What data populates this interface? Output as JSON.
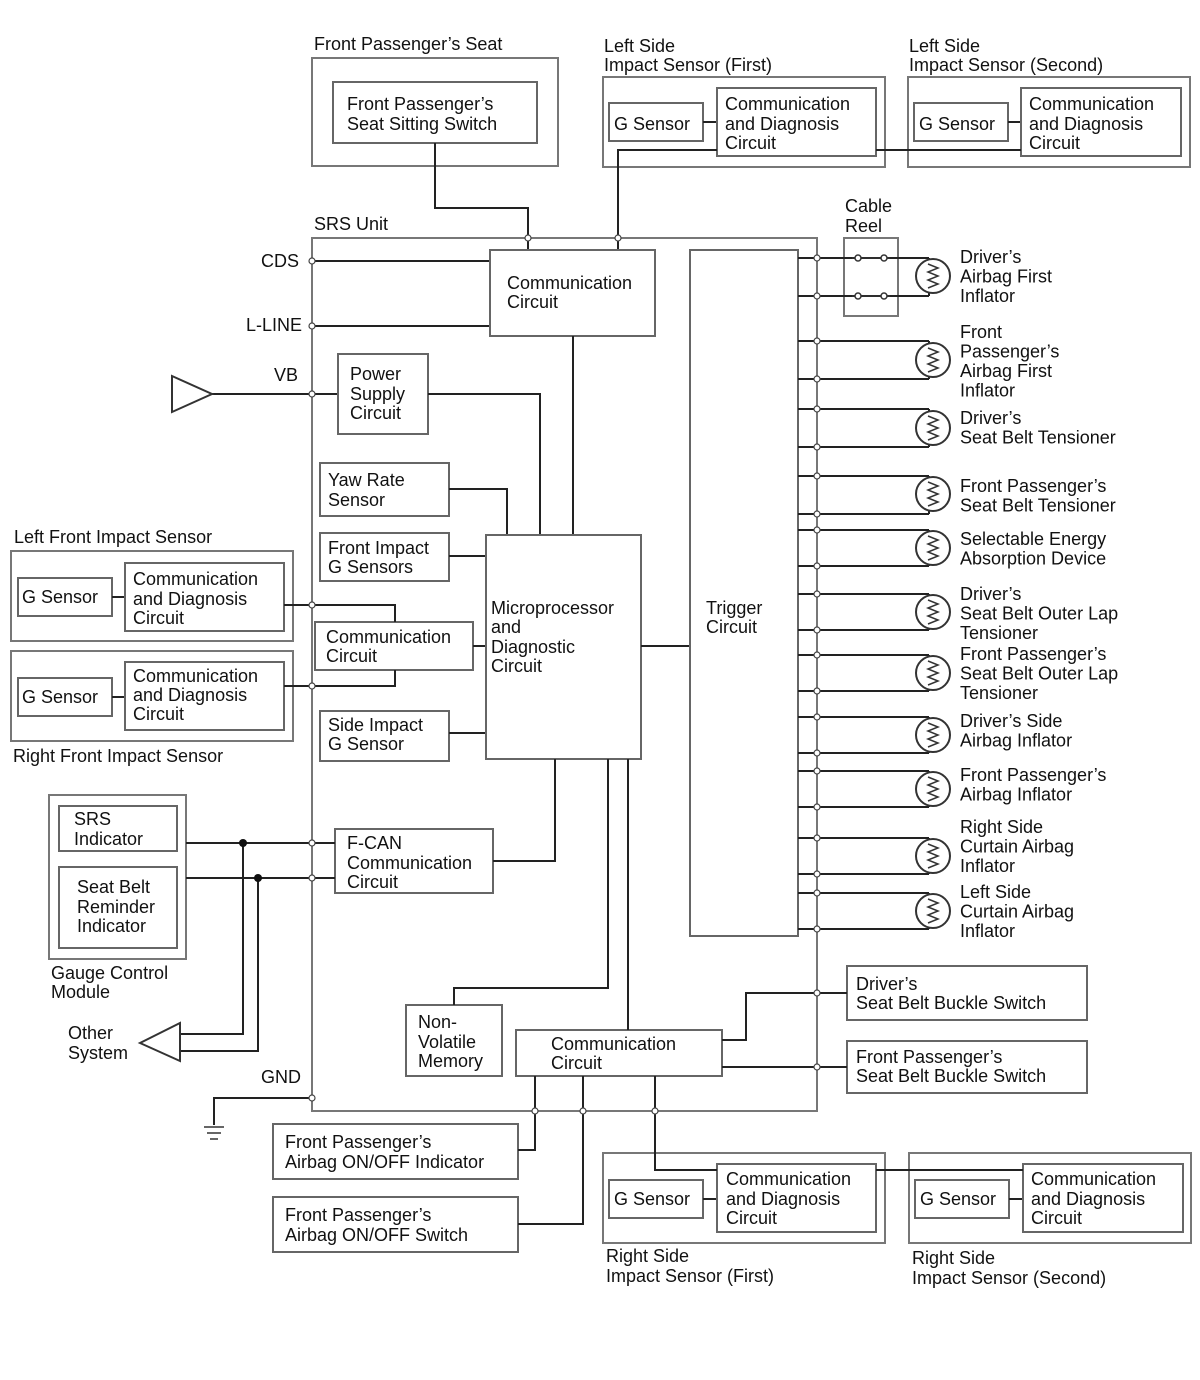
{
  "unit_title": "SRS Unit",
  "ports": {
    "cds": "CDS",
    "lline": "L-LINE",
    "vb": "VB",
    "gnd": "GND"
  },
  "internal": {
    "comm_top": [
      "Communication",
      "Circuit"
    ],
    "power_supply": [
      "Power",
      "Supply",
      "Circuit"
    ],
    "yaw_rate": [
      "Yaw Rate",
      "Sensor"
    ],
    "front_impact_g": [
      "Front Impact",
      "G Sensors"
    ],
    "comm_mid": [
      "Communication",
      "Circuit"
    ],
    "side_impact_g": [
      "Side Impact",
      "G Sensor"
    ],
    "micro": [
      "Microprocessor",
      "and",
      "Diagnostic",
      "Circuit"
    ],
    "trigger": [
      "Trigger",
      "Circuit"
    ],
    "fcan": [
      "F-CAN",
      "Communication",
      "Circuit"
    ],
    "nvm": [
      "Non-",
      "Volatile",
      "Memory"
    ],
    "comm_bottom": [
      "Communication",
      "Circuit"
    ]
  },
  "top": {
    "fp_seat_title": "Front Passenger’s Seat",
    "fp_seat_switch": [
      "Front Passenger’s",
      "Seat Sitting Switch"
    ],
    "left_side_first_title": [
      "Left Side",
      "Impact Sensor (First)"
    ],
    "left_side_second_title": [
      "Left Side",
      "Impact Sensor (Second)"
    ],
    "g_sensor": "G Sensor",
    "comm_diag": [
      "Communication",
      "and Diagnosis",
      "Circuit"
    ]
  },
  "left": {
    "left_front_title": "Left Front Impact Sensor",
    "right_front_title": "Right Front Impact Sensor",
    "srs_indicator": [
      "SRS",
      "Indicator"
    ],
    "seat_belt_reminder": [
      "Seat Belt",
      "Reminder",
      "Indicator"
    ],
    "gauge_module": [
      "Gauge Control",
      "Module"
    ],
    "other_system": [
      "Other",
      "System"
    ]
  },
  "cable_reel": [
    "Cable",
    "Reel"
  ],
  "inflators": [
    [
      "Driver’s",
      "Airbag First",
      "Inflator"
    ],
    [
      "Front",
      "Passenger’s",
      "Airbag First",
      "Inflator"
    ],
    [
      "Driver’s",
      "Seat Belt Tensioner"
    ],
    [
      "Front Passenger’s",
      "Seat Belt Tensioner"
    ],
    [
      "Selectable Energy",
      "Absorption Device"
    ],
    [
      "Driver’s",
      "Seat Belt Outer Lap",
      "Tensioner"
    ],
    [
      "Front Passenger’s",
      "Seat Belt Outer Lap",
      "Tensioner"
    ],
    [
      "Driver’s Side",
      "Airbag Inflator"
    ],
    [
      "Front Passenger’s",
      "Airbag Inflator"
    ],
    [
      "Right Side",
      "Curtain Airbag",
      "Inflator"
    ],
    [
      "Left Side",
      "Curtain Airbag",
      "Inflator"
    ]
  ],
  "buckles": {
    "driver": [
      "Driver’s",
      "Seat Belt Buckle Switch"
    ],
    "passenger": [
      "Front Passenger’s",
      "Seat Belt Buckle Switch"
    ]
  },
  "bottom": {
    "onoff_indicator": [
      "Front Passenger’s",
      "Airbag ON/OFF Indicator"
    ],
    "onoff_switch": [
      "Front Passenger’s",
      "Airbag ON/OFF Switch"
    ],
    "right_side_first_title": [
      "Right Side",
      "Impact Sensor (First)"
    ],
    "right_side_second_title": [
      "Right Side",
      "Impact Sensor (Second)"
    ]
  }
}
